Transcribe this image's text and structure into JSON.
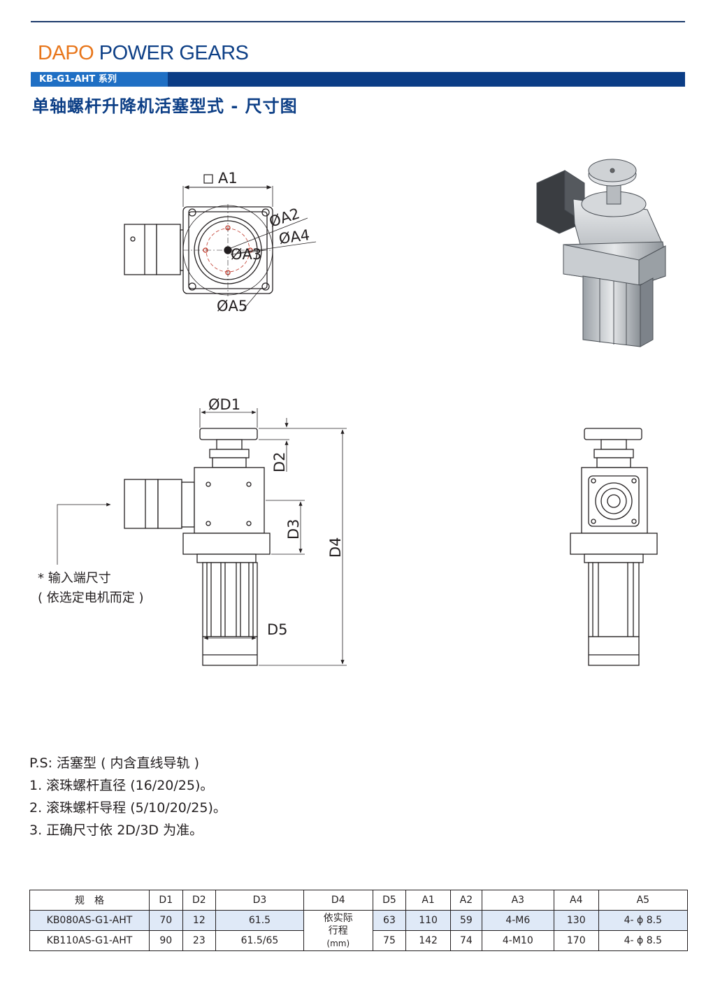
{
  "header": {
    "brand_part1": "DAPO",
    "brand_part2": "POWER GEARS",
    "series_label": "KB-G1-AHT 系列",
    "title": "单轴螺杆升降机活塞型式 - 尺寸图"
  },
  "drawing_labels": {
    "a1": "A1",
    "a2": "ØA2",
    "a3": "ØA3",
    "a4": "ØA4",
    "a5": "ØA5",
    "d1": "ØD1",
    "d2": "D2",
    "d3": "D3",
    "d4": "D4",
    "d5": "D5"
  },
  "callout": {
    "line1": "* 输入端尺寸",
    "line2": "( 依选定电机而定 )"
  },
  "notes": [
    "P.S: 活塞型 ( 内含直线导轨 )",
    "1. 滚珠螺杆直径 (16/20/25)。",
    "2. 滚珠螺杆导程 (5/10/20/25)。",
    "3. 正确尺寸依 2D/3D 为准。"
  ],
  "table": {
    "headers": [
      "规　格",
      "D1",
      "D2",
      "D3",
      "D4",
      "D5",
      "A1",
      "A2",
      "A3",
      "A4",
      "A5"
    ],
    "d4_merged": [
      "依实际",
      "行程",
      "(mm)"
    ],
    "rows": [
      [
        "KB080AS-G1-AHT",
        "70",
        "12",
        "61.5",
        "63",
        "110",
        "59",
        "4-M6",
        "130",
        "4- ϕ 8.5"
      ],
      [
        "KB110AS-G1-AHT",
        "90",
        "23",
        "61.5/65",
        "75",
        "142",
        "74",
        "4-M10",
        "170",
        "4- ϕ 8.5"
      ]
    ]
  }
}
